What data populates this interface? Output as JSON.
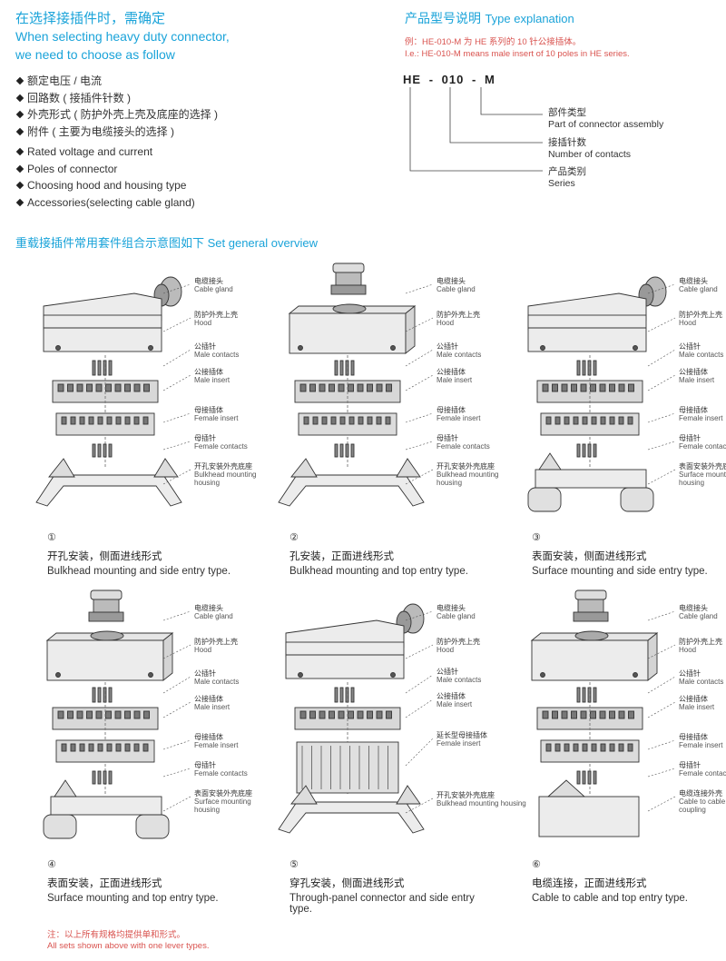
{
  "intro": {
    "cn_title": "在选择接插件时，需确定",
    "en_title_1": "When selecting heavy duty connector,",
    "en_title_2": "we need to choose as follow",
    "cn_items": [
      "额定电压 / 电流",
      "回路数 ( 接插件针数 )",
      "外壳形式 ( 防护外壳上壳及底座的选择 )",
      "附件 ( 主要为电缆接头的选择 )"
    ],
    "en_items": [
      "Rated voltage and current",
      "Poles of connector",
      "Choosing hood and housing type",
      "Accessories(selecting cable gland)"
    ]
  },
  "explanation": {
    "title_cn": "产品型号说明",
    "title_en": "Type explanation",
    "example_cn": "例：HE-010-M 为 HE 系列的 10 针公接插体。",
    "example_en": "I.e.: HE-010-M means male insert of 10 poles in HE series.",
    "model_parts": [
      "HE",
      "010",
      "M"
    ],
    "labels": [
      {
        "cn": "部件类型",
        "en": "Part of connector assembly"
      },
      {
        "cn": "接插针数",
        "en": "Number of contacts"
      },
      {
        "cn": "产品类别",
        "en": "Series"
      }
    ]
  },
  "overview": {
    "title": "重载接插件常用套件组合示意图如下 Set general overview",
    "sets": [
      {
        "num": "①",
        "cap_cn": "开孔安装，侧面进线形式",
        "cap_en": "Bulkhead mounting and side entry type.",
        "labels": [
          {
            "cn": "电缆接头",
            "en": "Cable gland"
          },
          {
            "cn": "防护外壳上壳",
            "en": "Hood"
          },
          {
            "cn": "公插针",
            "en": "Male contacts"
          },
          {
            "cn": "公接插体",
            "en": "Male insert"
          },
          {
            "cn": "母接插体",
            "en": "Female insert"
          },
          {
            "cn": "母插针",
            "en": "Female contacts"
          },
          {
            "cn": "开孔安装外壳底座",
            "en": "Bulkhead mounting",
            "en2": "housing"
          }
        ]
      },
      {
        "num": "②",
        "cap_cn": "孔安装，正面进线形式",
        "cap_en": "Bulkhead mounting and top entry type.",
        "labels": [
          {
            "cn": "电缆接头",
            "en": "Cable gland"
          },
          {
            "cn": "防护外壳上壳",
            "en": "Hood"
          },
          {
            "cn": "公插针",
            "en": "Male contacts"
          },
          {
            "cn": "公接插体",
            "en": "Male insert"
          },
          {
            "cn": "母接插体",
            "en": "Female insert"
          },
          {
            "cn": "母插针",
            "en": "Female contacts"
          },
          {
            "cn": "开孔安装外壳底座",
            "en": "Bulkhead mounting",
            "en2": "housing"
          }
        ]
      },
      {
        "num": "③",
        "cap_cn": "表面安装，侧面进线形式",
        "cap_en": "Surface mounting and side entry type.",
        "labels": [
          {
            "cn": "电缆接头",
            "en": "Cable gland"
          },
          {
            "cn": "防护外壳上壳",
            "en": "Hood"
          },
          {
            "cn": "公插针",
            "en": "Male contacts"
          },
          {
            "cn": "公接插体",
            "en": "Male insert"
          },
          {
            "cn": "母接插体",
            "en": "Female insert"
          },
          {
            "cn": "母插针",
            "en": "Female contacts"
          },
          {
            "cn": "表面安装外壳底座",
            "en": "Surface mounting",
            "en2": "housing"
          }
        ]
      },
      {
        "num": "④",
        "cap_cn": "表面安装，正面进线形式",
        "cap_en": "Surface mounting and top entry type.",
        "labels": [
          {
            "cn": "电缆接头",
            "en": "Cable gland"
          },
          {
            "cn": "防护外壳上壳",
            "en": "Hood"
          },
          {
            "cn": "公插针",
            "en": "Male contacts"
          },
          {
            "cn": "公接插体",
            "en": "Male insert"
          },
          {
            "cn": "母接插体",
            "en": "Female insert"
          },
          {
            "cn": "母插针",
            "en": "Female contacts"
          },
          {
            "cn": "表面安装外壳底座",
            "en": "Surface mounting",
            "en2": "housing"
          }
        ]
      },
      {
        "num": "⑤",
        "cap_cn": "穿孔安装，侧面进线形式",
        "cap_en": "Through-panel connector and side entry type.",
        "labels": [
          {
            "cn": "电缆接头",
            "en": "Cable gland"
          },
          {
            "cn": "防护外壳上壳",
            "en": "Hood"
          },
          {
            "cn": "公插针",
            "en": "Male contacts"
          },
          {
            "cn": "公接插体",
            "en": "Male insert"
          },
          {
            "cn": "延长型母接插体",
            "en": "Female insert"
          },
          {
            "cn": "开孔安装外壳底座",
            "en": "Bulkhead mounting housing"
          }
        ]
      },
      {
        "num": "⑥",
        "cap_cn": "电缆连接，正面进线形式",
        "cap_en": "Cable to cable and top entry type.",
        "labels": [
          {
            "cn": "电缆接头",
            "en": "Cable gland"
          },
          {
            "cn": "防护外壳上壳",
            "en": "Hood"
          },
          {
            "cn": "公插针",
            "en": "Male contacts"
          },
          {
            "cn": "公接插体",
            "en": "Male insert"
          },
          {
            "cn": "母接插体",
            "en": "Female insert"
          },
          {
            "cn": "母插针",
            "en": "Female contacts"
          },
          {
            "cn": "电缆连接外壳",
            "en": "Cable to cable",
            "en2": "coupling"
          }
        ]
      }
    ]
  },
  "note": {
    "cn": "注：以上所有规格均提供单和形式。",
    "en": "All sets shown above with one lever types."
  }
}
